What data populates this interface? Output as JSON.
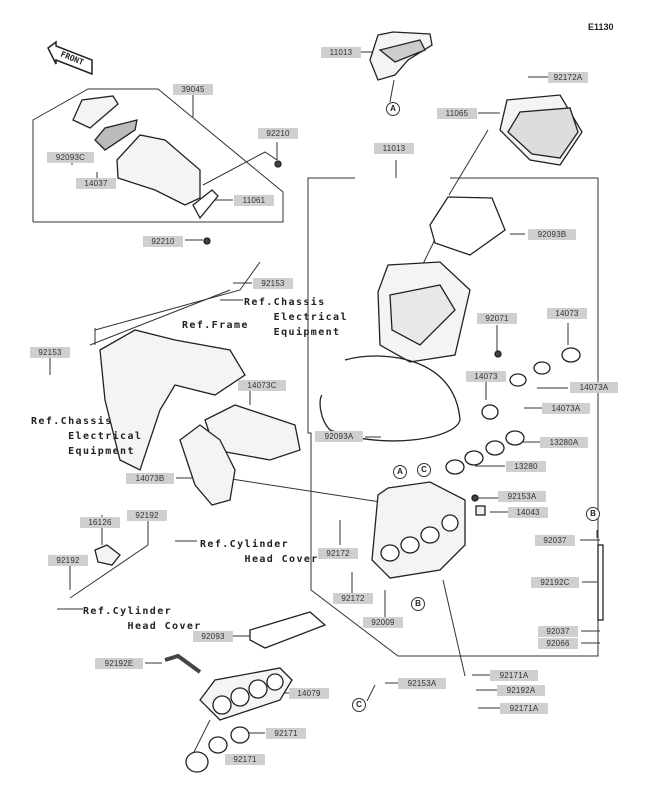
{
  "diagram": {
    "code": "E1130",
    "front_label": "FRONT",
    "parts": {
      "p11013a": "11013",
      "p92172A": "92172A",
      "p11065": "11065",
      "p39045": "39045",
      "p92210a": "92210",
      "p92093C": "92093C",
      "p14037": "14037",
      "p11061": "11061",
      "p92210b": "92210",
      "p11013b": "11013",
      "p92093B": "92093B",
      "p92153a": "92153",
      "p92153b": "92153",
      "p92071": "92071",
      "p14073a": "14073",
      "p14073b": "14073",
      "p14073Aa": "14073A",
      "p14073Ab": "14073A",
      "p14073C": "14073C",
      "p92093A": "92093A",
      "p13280A": "13280A",
      "p13280": "13280",
      "p14073B": "14073B",
      "p92153A": "92153A",
      "p14043": "14043",
      "p16126": "16126",
      "p92192a": "92192",
      "p92192b": "92192",
      "p92172a": "92172",
      "p92172b": "92172",
      "p92009": "92009",
      "p92037a": "92037",
      "p92192C": "92192C",
      "p92037b": "92037",
      "p92066": "92066",
      "p92093": "92093",
      "p92192E": "92192E",
      "p14079": "14079",
      "p92153Ab": "92153A",
      "p92171Aa": "92171A",
      "p92192A": "92192A",
      "p92171Ab": "92171A",
      "p92171a": "92171",
      "p92171b": "92171"
    },
    "references": {
      "chassis_top": "Ref.Chassis\n    Electrical\n    Equipment",
      "frame": "Ref.Frame",
      "chassis_left": "Ref.Chassis\n     Electrical\n     Equipment",
      "cyl_head_1": "Ref.Cylinder\n      Head Cover",
      "cyl_head_2": "Ref.Cylinder\n      Head Cover"
    },
    "callouts": {
      "A1": "A",
      "A2": "A",
      "C1": "C",
      "B1": "B",
      "B2": "B",
      "C2": "C"
    }
  }
}
